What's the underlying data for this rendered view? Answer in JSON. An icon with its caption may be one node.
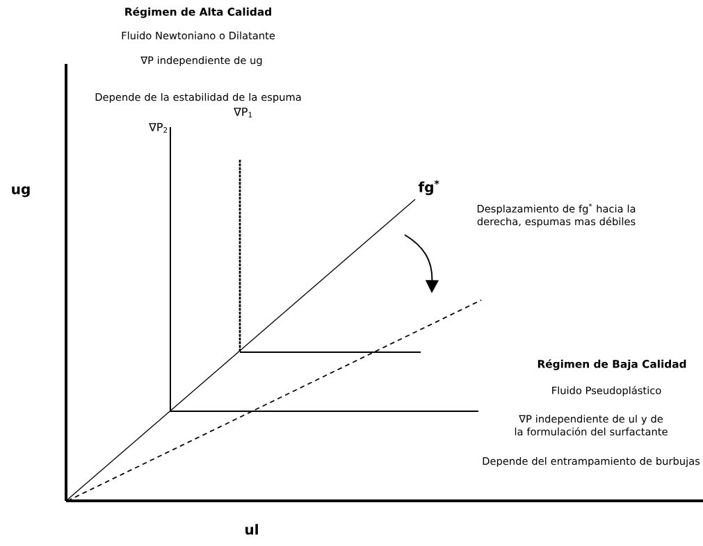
{
  "diagram": {
    "labels": [
      "Régimen de Alta Calidad",
      "Fluido Newtoniano o Dilatante",
      "∇P independiente de ug",
      "Depende de la estabilidad de la espuma",
      "∇P$_{2}$",
      "∇P$_{1}$",
      "ug",
      "fg$^{*}$",
      "Desplazamiento de fg$^{*}$ hacia la derecha, espumas mas débiles",
      "Régimen de Baja Calidad",
      "Fluido Pseudoplástico",
      "∇P independiente de ul y de la formulación del surfactante",
      "Depende del entrampamiento de burbujas",
      "ul"
    ]
  }
}
